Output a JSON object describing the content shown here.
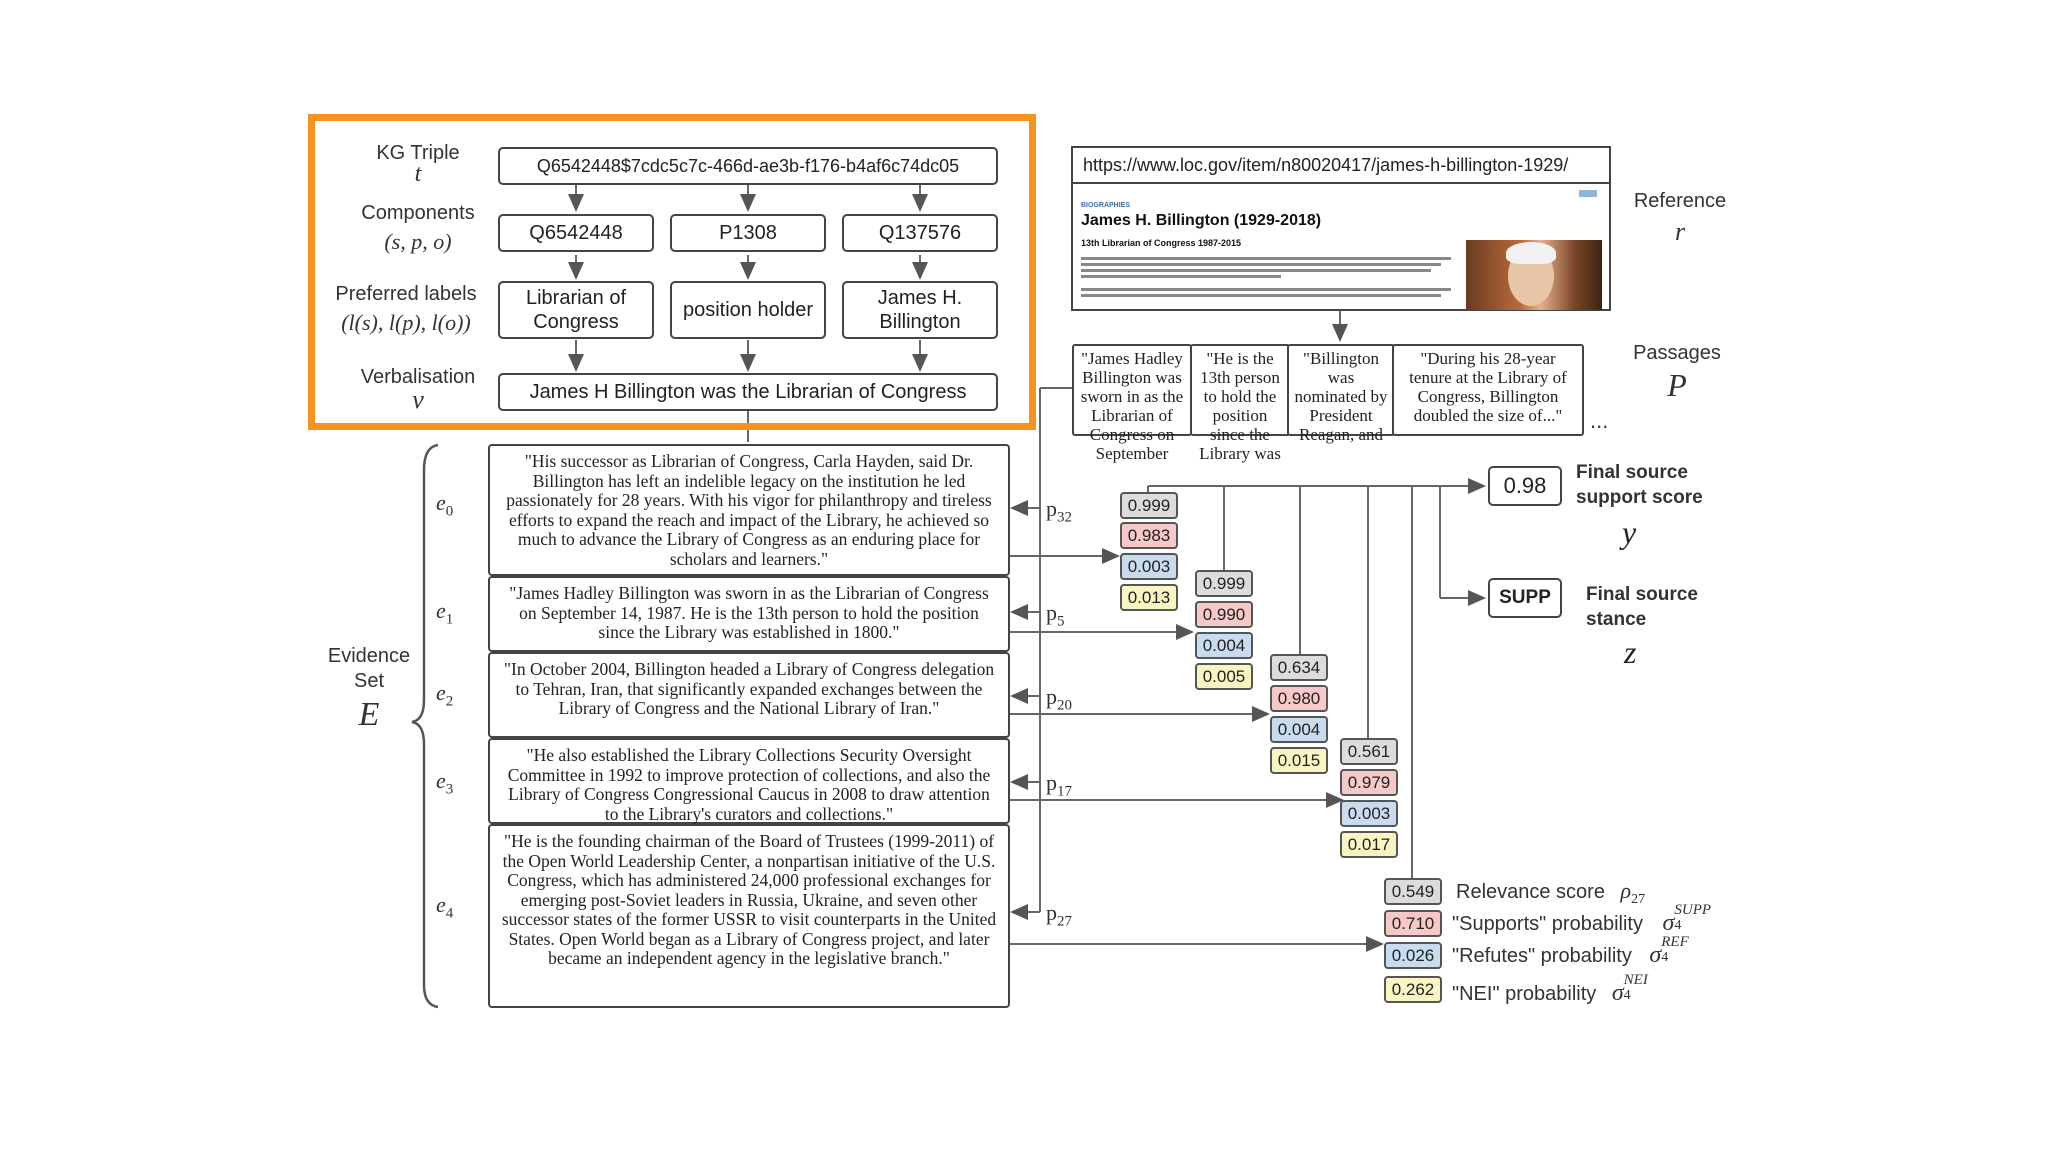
{
  "kg": {
    "triple_label": "KG Triple",
    "triple_symbol": "t",
    "triple_value": "Q6542448$7cdc5c7c-466d-ae3b-f176-b4af6c74dc05",
    "components_label": "Components",
    "components_symbol": "(s, p, o)",
    "components": [
      "Q6542448",
      "P1308",
      "Q137576"
    ],
    "labels_label": "Preferred labels",
    "labels_symbol": "(l(s), l(p), l(o))",
    "labels": [
      "Librarian of Congress",
      "position holder",
      "James H. Billington"
    ],
    "verbal_label": "Verbalisation",
    "verbal_symbol": "v",
    "verbal_value": "James H Billington was the Librarian of Congress"
  },
  "reference": {
    "url": "https://www.loc.gov/item/n80020417/james-h-billington-1929/",
    "page_tag": "BIOGRAPHIES",
    "page_title": "James H. Billington (1929-2018)",
    "page_subtitle": "13th Librarian of Congress 1987-2015",
    "label": "Reference",
    "symbol": "r"
  },
  "passages": {
    "label": "Passages",
    "symbol": "P",
    "items": [
      "\"James Hadley Billington was sworn in as the Librarian of Congress on September",
      "\"He is the 13th person to hold the position since the Library was",
      "\"Billington was nominated by President Reagan, and",
      "\"During his 28-year tenure at the Library of Congress, Billington doubled  the size of...\""
    ],
    "ellipsis": "..."
  },
  "evidence": {
    "label_line1": "Evidence",
    "label_line2": "Set",
    "symbol": "E",
    "items": [
      {
        "id": "e",
        "sub": "0",
        "p_sub": "32",
        "text": "\"His successor as Librarian of Congress, Carla Hayden, said Dr. Billington has left an indelible legacy on the institution he led passionately for 28 years. With his vigor for philanthropy and tireless efforts to expand the reach and impact of the Library, he achieved so much to advance the Library of Congress as an enduring place for scholars and learners.\""
      },
      {
        "id": "e",
        "sub": "1",
        "p_sub": "5",
        "text": "\"James Hadley Billington was sworn in as the Librarian of Congress on September 14, 1987. He is the 13th person to hold the position since the Library was established in 1800.\""
      },
      {
        "id": "e",
        "sub": "2",
        "p_sub": "20",
        "text": "\"In October 2004, Billington headed a Library of Congress delegation to Tehran, Iran, that significantly expanded exchanges between the Library of Congress and the National Library of Iran.\""
      },
      {
        "id": "e",
        "sub": "3",
        "p_sub": "17",
        "text": "\"He also established the Library Collections Security Oversight Committee in 1992 to improve protection of collections, and also the Library of Congress Congressional Caucus in 2008 to draw attention to the Library's curators and collections.\""
      },
      {
        "id": "e",
        "sub": "4",
        "p_sub": "27",
        "text": "\"He is the founding chairman of the Board of Trustees (1999-2011) of the Open World Leadership Center, a nonpartisan initiative of the U.S. Congress, which has administered 24,000 professional exchanges for emerging post-Soviet leaders in Russia, Ukraine, and seven other successor states of the former USSR to visit counterparts in the United States. Open World began as a Library of Congress project, and later became an independent agency in the legislative branch.\""
      }
    ]
  },
  "scores": [
    {
      "relevance": "0.999",
      "supports": "0.983",
      "refutes": "0.003",
      "nei": "0.013"
    },
    {
      "relevance": "0.999",
      "supports": "0.990",
      "refutes": "0.004",
      "nei": "0.005"
    },
    {
      "relevance": "0.634",
      "supports": "0.980",
      "refutes": "0.004",
      "nei": "0.015"
    },
    {
      "relevance": "0.561",
      "supports": "0.979",
      "refutes": "0.003",
      "nei": "0.017"
    },
    {
      "relevance": "0.549",
      "supports": "0.710",
      "refutes": "0.026",
      "nei": "0.262"
    }
  ],
  "legend": {
    "relevance": "Relevance score",
    "relevance_sym": "ρ",
    "relevance_sub": "27",
    "supports": "\"Supports\" probability",
    "refutes": "\"Refutes\" probability",
    "nei": "\"NEI\" probability",
    "sigma": "σ",
    "sigma_sub": "4",
    "supports_sup": "SUPP",
    "refutes_sup": "REF",
    "nei_sup": "NEI"
  },
  "final": {
    "score_value": "0.98",
    "score_label_line1": "Final source",
    "score_label_line2": "support score",
    "score_symbol": "y",
    "stance_value": "SUPP",
    "stance_label_line1": "Final source",
    "stance_label_line2": "stance",
    "stance_symbol": "z"
  },
  "p_symbol": "p",
  "colors": {
    "highlight": "#f7941d",
    "relevance": "#dcdcdc",
    "supports": "#f6c8c8",
    "refutes": "#c9dcef",
    "nei": "#f9f5c3"
  }
}
